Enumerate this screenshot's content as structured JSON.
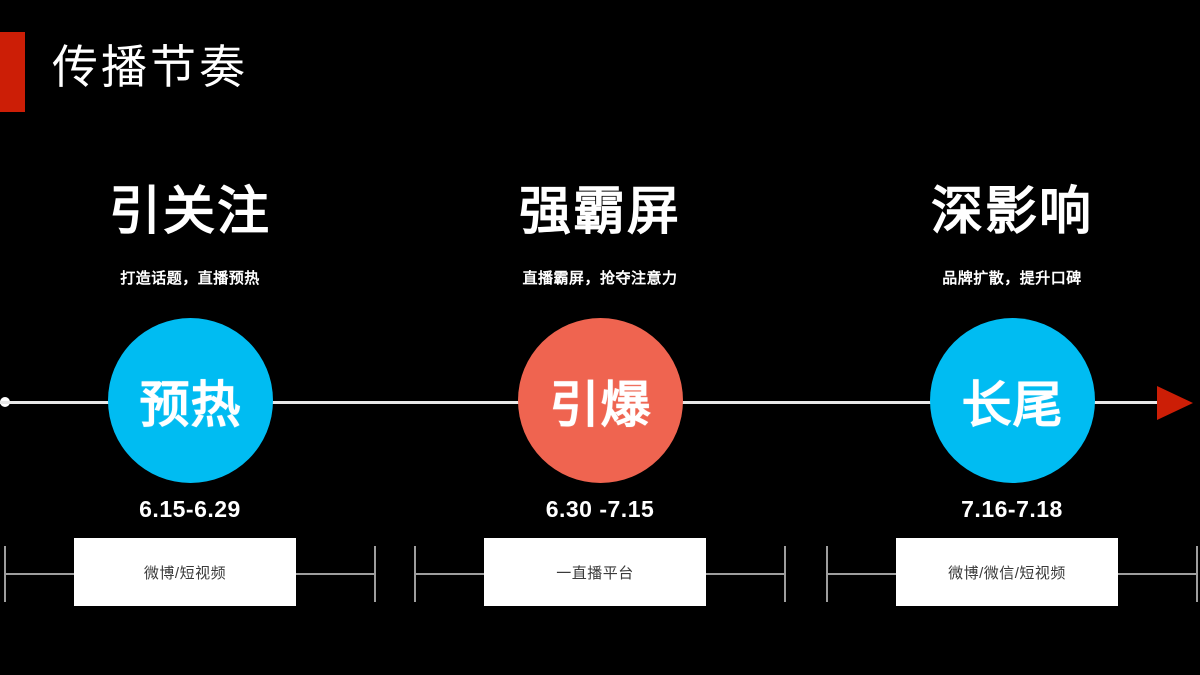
{
  "slide": {
    "background_color": "#000000",
    "accent_red": "#cc1e06",
    "accent_cyan": "#00bcf2",
    "accent_coral": "#ef6450",
    "title": "传播节奏"
  },
  "timeline": {
    "arrow_color": "#cc1e06",
    "line_color": "#e8e8e8",
    "start_dot": "timeline-start-dot",
    "arrow_icon": "arrow-right-icon"
  },
  "stages": [
    {
      "heading": "引关注",
      "subtitle": "打造话题，直播预热",
      "circle_label": "预热",
      "circle_color": "#00bcf2",
      "date_range": "6.15-6.29",
      "channel": "微博/短视频"
    },
    {
      "heading": "强霸屏",
      "subtitle": "直播霸屏，抢夺注意力",
      "circle_label": "引爆",
      "circle_color": "#ef6450",
      "date_range": "6.30 -7.15",
      "channel": "一直播平台"
    },
    {
      "heading": "深影响",
      "subtitle": "品牌扩散，提升口碑",
      "circle_label": "长尾",
      "circle_color": "#00bcf2",
      "date_range": "7.16-7.18",
      "channel": "微博/微信/短视频"
    }
  ]
}
